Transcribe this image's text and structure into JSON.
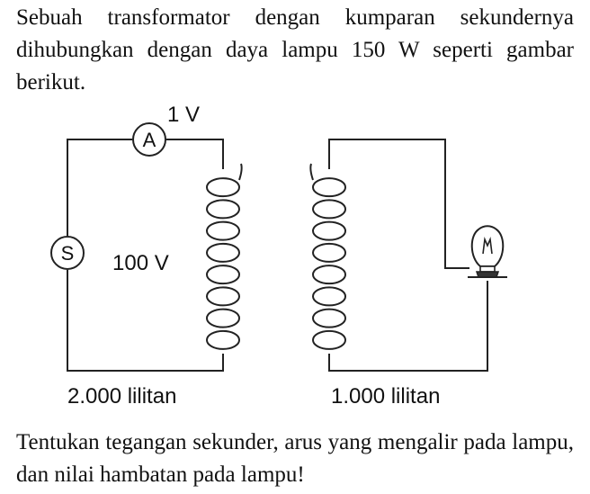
{
  "problem": {
    "intro": "Sebuah transformator dengan kumparan sekundernya dihubungkan dengan daya lampu 150 W seperti gambar berikut.",
    "question": "Tentukan tegangan sekunder, arus yang mengalir pada lampu, dan nilai hambatan pada lampu!"
  },
  "diagram": {
    "ammeter_symbol": "A",
    "ammeter_reading": "1 V",
    "source_symbol": "S",
    "source_voltage": "100 V",
    "primary_turns": "2.000 lilitan",
    "secondary_turns": "1.000 lilitan"
  },
  "colors": {
    "ink": "#222222",
    "background": "#ffffff"
  },
  "icons": {
    "lamp": "light-bulb-icon",
    "coil": "inductor-coil-icon"
  }
}
